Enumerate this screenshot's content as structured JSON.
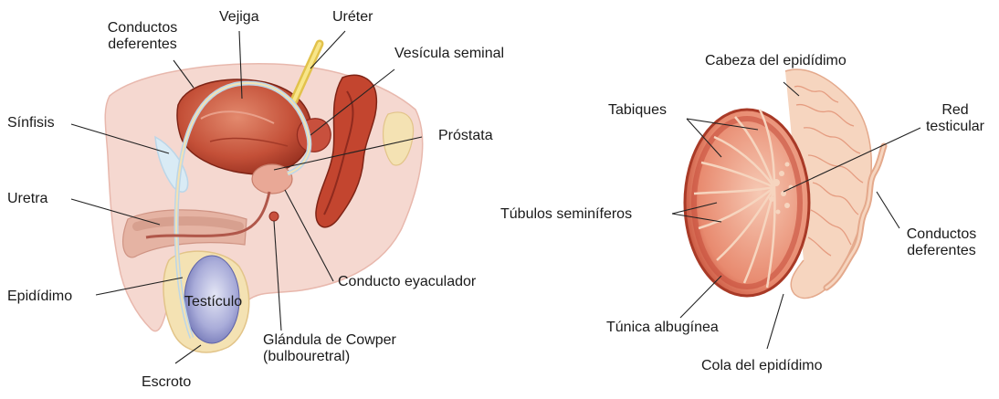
{
  "left_figure": {
    "labels": {
      "conductos_deferentes": "Conductos\ndeferentes",
      "vejiga": "Vejiga",
      "ureter": "Uréter",
      "vesicula_seminal": "Vesícula seminal",
      "sinfisis": "Sínfisis",
      "prostata": "Próstata",
      "uretra": "Uretra",
      "conducto_eyaculador": "Conducto eyaculador",
      "epididimo": "Epidídimo",
      "testiculo": "Testículo",
      "glandula_cowper": "Glándula de Cowper\n(bulbouretral)",
      "escroto": "Escroto"
    }
  },
  "right_figure": {
    "labels": {
      "cabeza_epididimo": "Cabeza del epidídimo",
      "tabiques": "Tabiques",
      "red_testicular": "Red\ntesticular",
      "tubulos_seminiferos": "Túbulos seminíferos",
      "conductos_deferentes": "Conductos\ndeferentes",
      "tunica_albuginea": "Túnica albugínea",
      "cola_epididimo": "Cola del epidídimo"
    }
  },
  "colors": {
    "body_pink": "#f5d8d0",
    "body_outline": "#e8b8ad",
    "organ_red": "#c8503d",
    "organ_dark": "#8f2a1e",
    "organ_light": "#e98a70",
    "cream": "#f4e2b3",
    "duct_blue": "#bcd6e8",
    "testis_blue": "#8a8fc9",
    "tubule_pink": "#f2b9a0"
  }
}
